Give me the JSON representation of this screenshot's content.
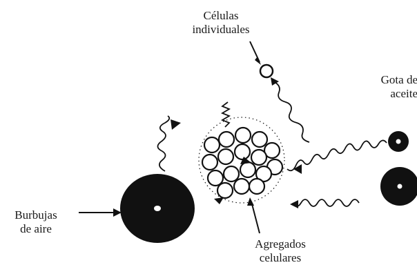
{
  "labels": {
    "celulas_individuales": [
      "Células",
      "individuales"
    ],
    "gota_de_aceite": [
      "Gota de",
      "aceite"
    ],
    "burbujas_de_aire": [
      "Burbujas",
      "de aire"
    ],
    "agregados_celulares": [
      "Agregados",
      "celulares"
    ]
  },
  "colors": {
    "ink": "#111111",
    "background": "#ffffff"
  },
  "icons": {
    "single_cell": "cell-icon",
    "cell_aggregate": "cell-aggregate-icon",
    "air_bubble": "air-bubble-icon",
    "oil_drop": "oil-drop-icon",
    "wave_arrow": "wavy-arrow-icon"
  }
}
